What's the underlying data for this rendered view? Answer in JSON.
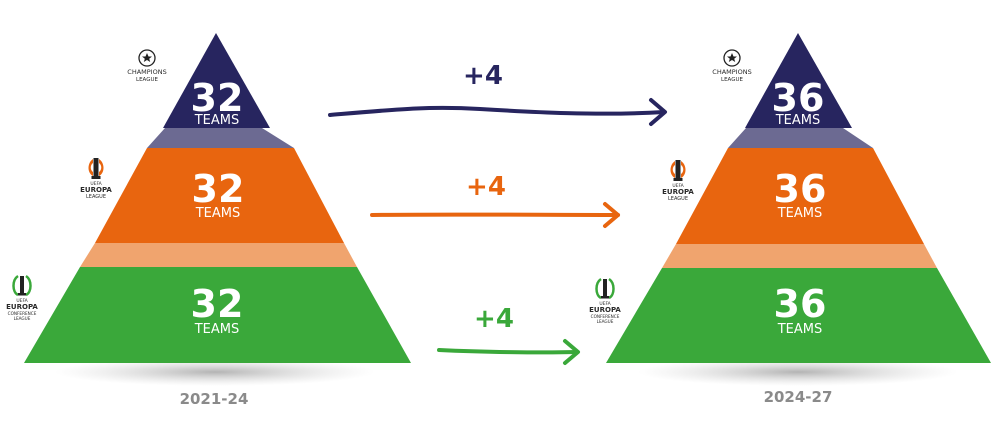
{
  "colors": {
    "champions": "#27255f",
    "champions_band": "#6c6a92",
    "europa": "#e8650f",
    "europa_band": "#f0a46e",
    "conference": "#3aa83a",
    "period_text": "#8a8a8a"
  },
  "left": {
    "period": "2021-24",
    "tiers": [
      {
        "value": "32",
        "unit": "TEAMS"
      },
      {
        "value": "32",
        "unit": "TEAMS"
      },
      {
        "value": "32",
        "unit": "TEAMS"
      }
    ]
  },
  "right": {
    "period": "2024-27",
    "tiers": [
      {
        "value": "36",
        "unit": "TEAMS"
      },
      {
        "value": "36",
        "unit": "TEAMS"
      },
      {
        "value": "36",
        "unit": "TEAMS"
      }
    ]
  },
  "changes": [
    "+4",
    "+4",
    "+4"
  ],
  "logos": {
    "champions": {
      "icon": "starball-icon",
      "line1": "CHAMPIONS",
      "line2": "LEAGUE"
    },
    "europa": {
      "icon": "trophy-icon",
      "line1": "UEFA",
      "line2": "EUROPA",
      "line3": "LEAGUE"
    },
    "conference": {
      "icon": "trophy-ring-icon",
      "line1": "UEFA",
      "line2": "EUROPA",
      "line3": "CONFERENCE",
      "line4": "LEAGUE"
    }
  }
}
